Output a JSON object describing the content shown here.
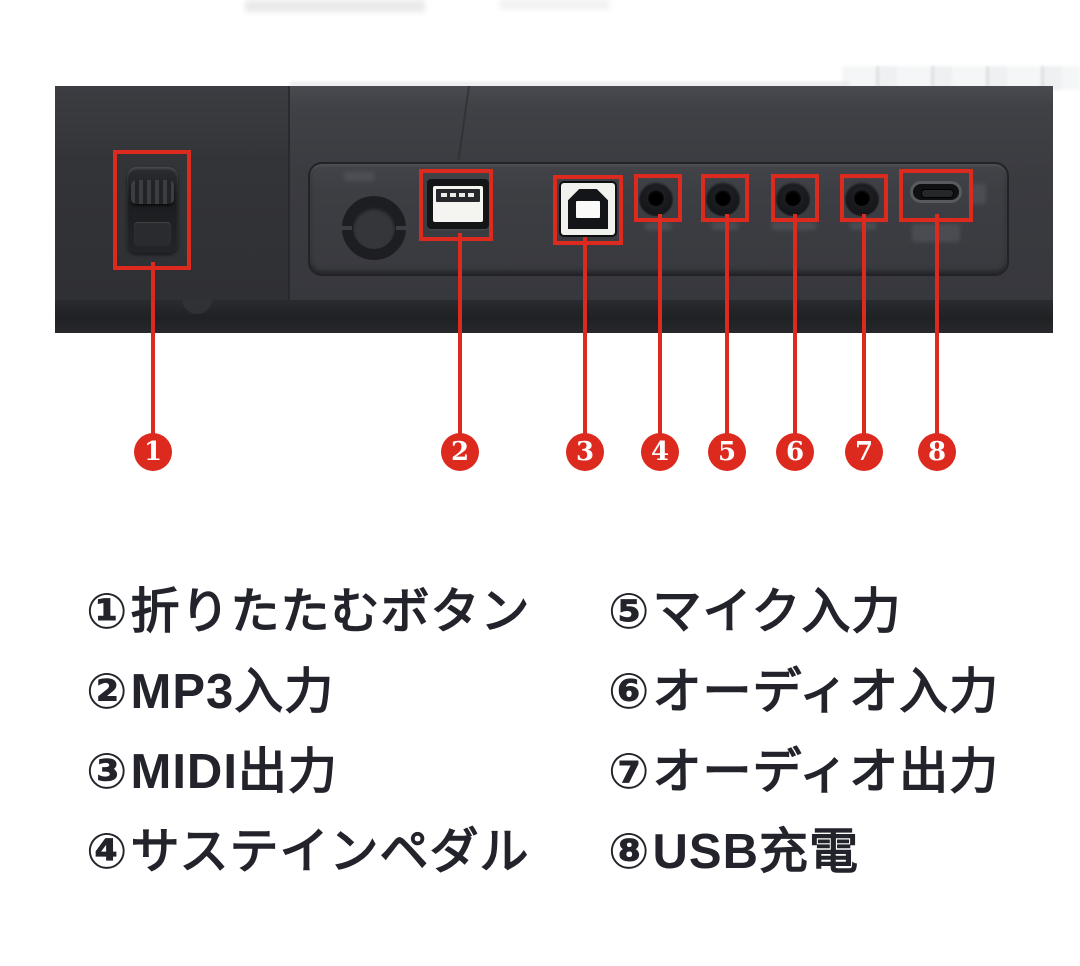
{
  "colors": {
    "accent_red": "#dd2a1f",
    "body_dark": "#3a3b40",
    "legend_text": "#23242b",
    "background": "#ffffff"
  },
  "ports": [
    "fold-latch",
    "round-opening",
    "usb-a-port",
    "usb-b-port",
    "sustain-pedal-jack",
    "mic-input-jack",
    "audio-input-jack",
    "audio-output-jack",
    "usb-c-port"
  ],
  "callouts": [
    {
      "number": "1"
    },
    {
      "number": "2"
    },
    {
      "number": "3"
    },
    {
      "number": "4"
    },
    {
      "number": "5"
    },
    {
      "number": "6"
    },
    {
      "number": "7"
    },
    {
      "number": "8"
    }
  ],
  "legend": {
    "left": [
      {
        "marker": "①",
        "label": "折りたたむボタン"
      },
      {
        "marker": "②",
        "label": "MP3入力"
      },
      {
        "marker": "③",
        "label": "MIDI出力"
      },
      {
        "marker": "④",
        "label": "サステインペダル"
      }
    ],
    "right": [
      {
        "marker": "⑤",
        "label": "マイク入力"
      },
      {
        "marker": "⑥",
        "label": "オーディオ入力"
      },
      {
        "marker": "⑦",
        "label": "オーディオ出力"
      },
      {
        "marker": "⑧",
        "label": "USB充電"
      }
    ]
  }
}
